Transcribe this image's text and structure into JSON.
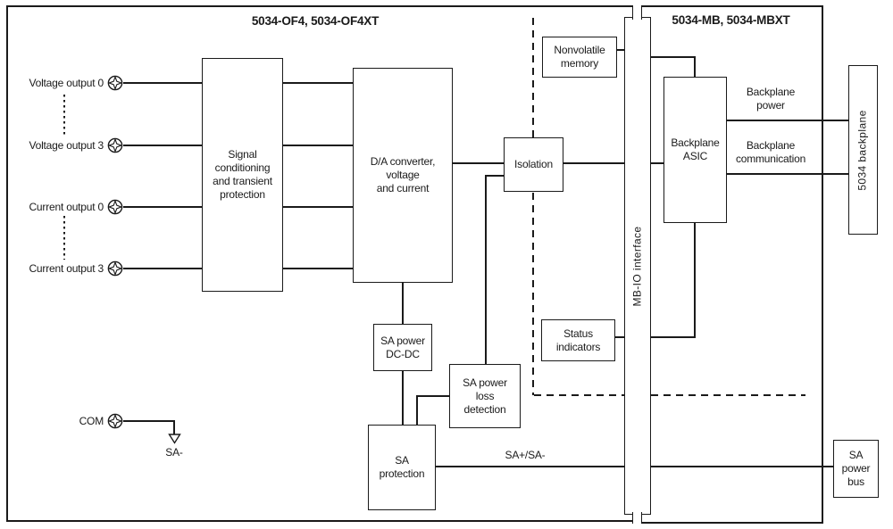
{
  "modules": {
    "output_module": {
      "title": "5034-OF4, 5034-OF4XT"
    },
    "base_module": {
      "title": "5034-MB, 5034-MBXT"
    }
  },
  "terminals": [
    {
      "label": "Voltage output 0"
    },
    {
      "label": "Voltage output 3"
    },
    {
      "label": "Current output 0"
    },
    {
      "label": "Current output 3"
    },
    {
      "label": "COM"
    }
  ],
  "ground_label": "SA-",
  "blocks": {
    "signal_conditioning": "Signal\nconditioning\nand transient\nprotection",
    "da_converter": "D/A converter,\nvoltage\nand current",
    "isolation": "Isolation",
    "nonvolatile_memory": "Nonvolatile\nmemory",
    "backplane_asic": "Backplane\nASIC",
    "status_indicators": "Status\nindicators",
    "sa_power_dcdc": "SA power\nDC-DC",
    "sa_power_loss": "SA power\nloss\ndetection",
    "sa_protection": "SA\nprotection",
    "mb_io_interface": "MB-IO interface",
    "backplane_5034": "5034 backplane",
    "sa_power_bus": "SA\npower\nbus"
  },
  "wire_labels": {
    "backplane_power": "Backplane\npower",
    "backplane_communication": "Backplane\ncommunication",
    "sa_bus": "SA+/SA-"
  },
  "colors": {
    "line": "#1a1a1a",
    "background": "#ffffff"
  }
}
